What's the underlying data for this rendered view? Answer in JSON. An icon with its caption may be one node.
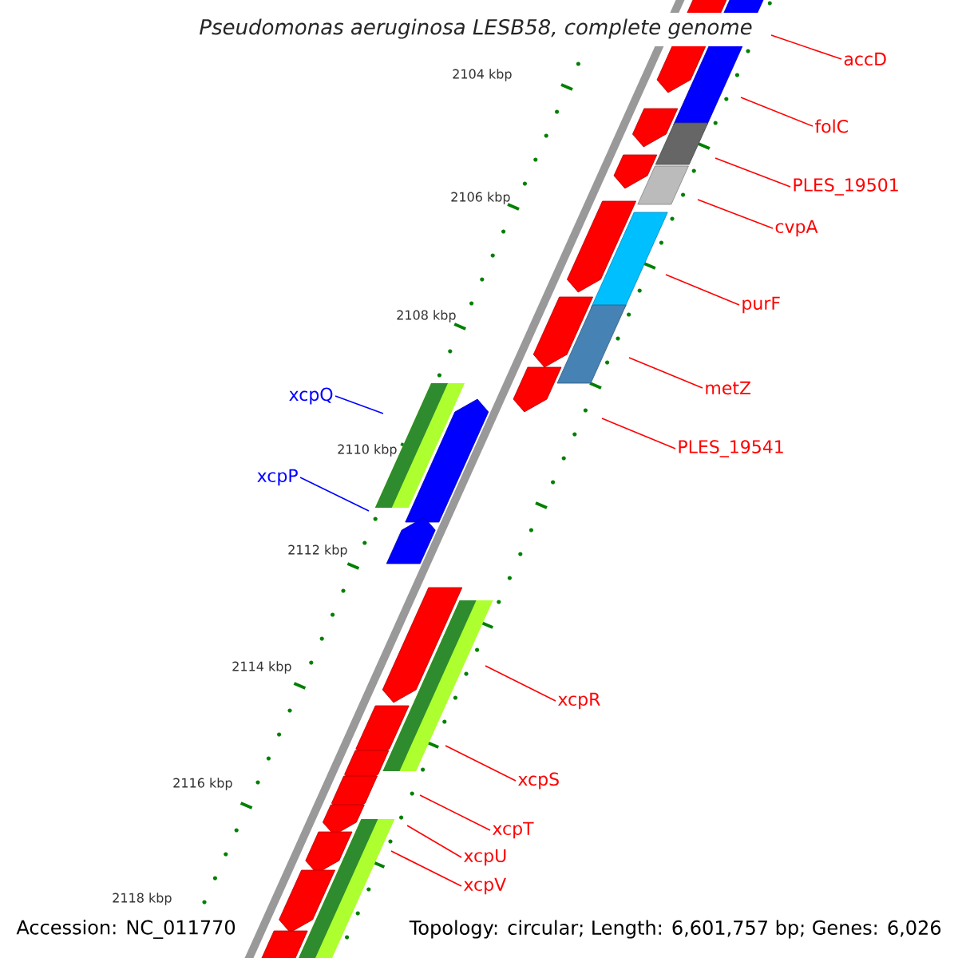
{
  "diagram": {
    "title": "Pseudomonas aeruginosa LESB58, complete genome",
    "nodes": [
      {
        "text": [
          "accD"
        ]
      },
      {
        "text": [
          "folC"
        ]
      },
      {
        "text": [
          "PLES_19501"
        ]
      },
      {
        "text": [
          "cvpA"
        ]
      },
      {
        "text": [
          "purF"
        ]
      },
      {
        "text": [
          "metZ"
        ]
      },
      {
        "text": [
          "xcpQ"
        ]
      },
      {
        "text": [
          "PLES_19541"
        ]
      },
      {
        "text": [
          "xcpP"
        ]
      },
      {
        "text": [
          "xcpR"
        ]
      },
      {
        "text": [
          "xcpS"
        ]
      },
      {
        "text": [
          "xcpT"
        ]
      },
      {
        "text": [
          "xcpU"
        ]
      },
      {
        "text": [
          "xcpV"
        ]
      }
    ],
    "edges": [
      {
        "from": 0,
        "to": null,
        "arrow": "none"
      },
      {
        "from": 1,
        "to": null,
        "arrow": "none"
      },
      {
        "from": 2,
        "to": null,
        "arrow": "none"
      },
      {
        "from": 3,
        "to": null,
        "arrow": "none"
      },
      {
        "from": 4,
        "to": null,
        "arrow": "none"
      },
      {
        "from": 5,
        "to": null,
        "arrow": "none"
      },
      {
        "from": 6,
        "to": null,
        "arrow": "none",
        "color": "#0000ff"
      },
      {
        "from": 7,
        "to": null,
        "arrow": "none"
      },
      {
        "from": 8,
        "to": null,
        "arrow": "none",
        "color": "#0000ff"
      },
      {
        "from": 9,
        "to": null,
        "arrow": "none"
      },
      {
        "from": 10,
        "to": null,
        "arrow": "none"
      },
      {
        "from": 11,
        "to": null,
        "arrow": "none"
      },
      {
        "from": 12,
        "to": null,
        "arrow": "none"
      },
      {
        "from": 13,
        "to": null,
        "arrow": "none"
      }
    ],
    "labels": [
      "2104 kbp",
      "2106 kbp",
      "2108 kbp",
      "2110 kbp",
      "2112 kbp",
      "2114 kbp",
      "2116 kbp",
      "2118 kbp",
      "Accession: NC_011770",
      "Topology: circular; Length: 6,601,757 bp; Genes: 6,026"
    ]
  }
}
